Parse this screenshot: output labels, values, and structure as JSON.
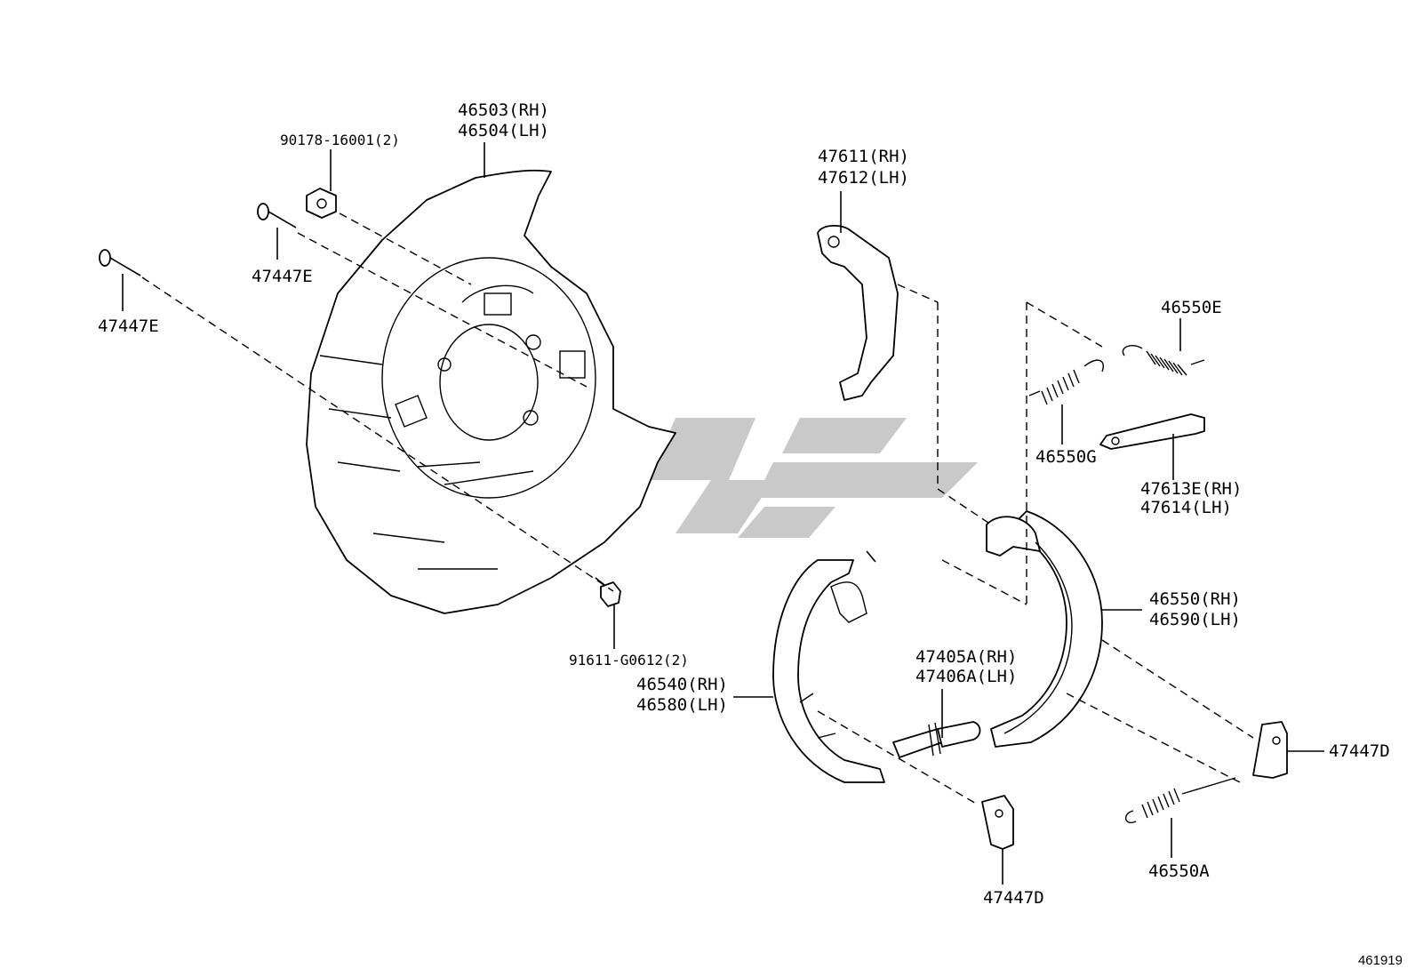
{
  "parts": {
    "backing_plate": [
      "46503(RH)",
      "46504(LH)"
    ],
    "nut": "90178-16001(2)",
    "stud_upper": "47447E",
    "stud_lower": "47447E",
    "bolt": "91611-G0612(2)",
    "lever": [
      "47611(RH)",
      "47612(LH)"
    ],
    "spring_e": "46550E",
    "spring_g": "46550G",
    "strut": [
      "47613E(RH)",
      "47614(LH)"
    ],
    "shoe_rear": [
      "46550(RH)",
      "46590(LH)"
    ],
    "shoe_front": [
      "46540(RH)",
      "46580(LH)"
    ],
    "adjuster": [
      "47405A(RH)",
      "47406A(LH)"
    ],
    "clip_right": "47447D",
    "clip_bottom": "47447D",
    "spring_a": "46550A"
  },
  "reference_code": "461919"
}
